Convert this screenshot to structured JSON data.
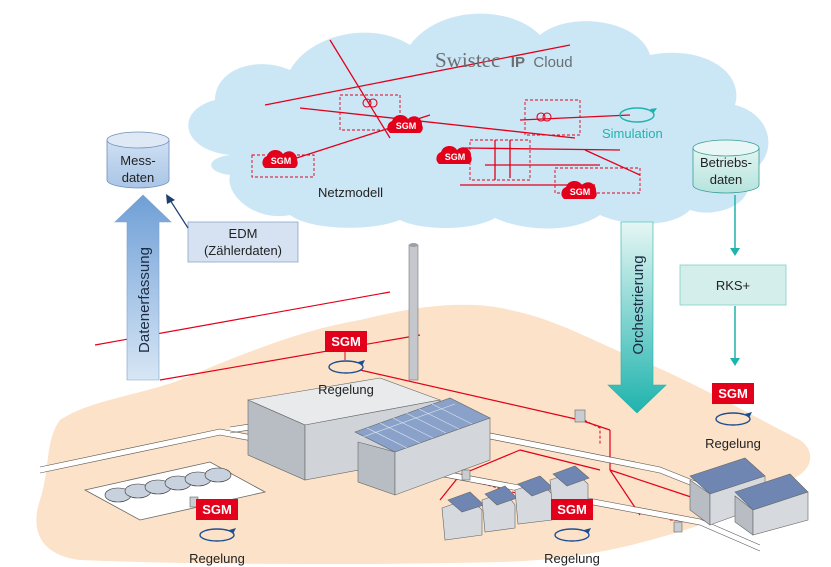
{
  "cloud": {
    "brand_name": "Swistec",
    "brand_ip": "IP",
    "brand_suffix": "Cloud",
    "network_label": "Netzmodell",
    "simulation_label": "Simulation"
  },
  "databases": {
    "measurement": {
      "line1": "Mess-",
      "line2": "daten"
    },
    "operations": {
      "line1": "Betriebs-",
      "line2": "daten"
    }
  },
  "edm": {
    "line1": "EDM",
    "line2": "(Zählerdaten)"
  },
  "arrows": {
    "data_capture": "Datenerfassung",
    "orchestration": "Orchestrierung"
  },
  "rks_label": "RKS+",
  "sgm_label": "SGM",
  "regelung_label": "Regelung",
  "colors": {
    "cloud": "#c9e6f6",
    "ground": "#fbe2c8",
    "red": "#e2001a",
    "teal": "#1fb3ad",
    "arrow_blue": "#8fb4de",
    "box_blue": "#d3e0f1"
  }
}
